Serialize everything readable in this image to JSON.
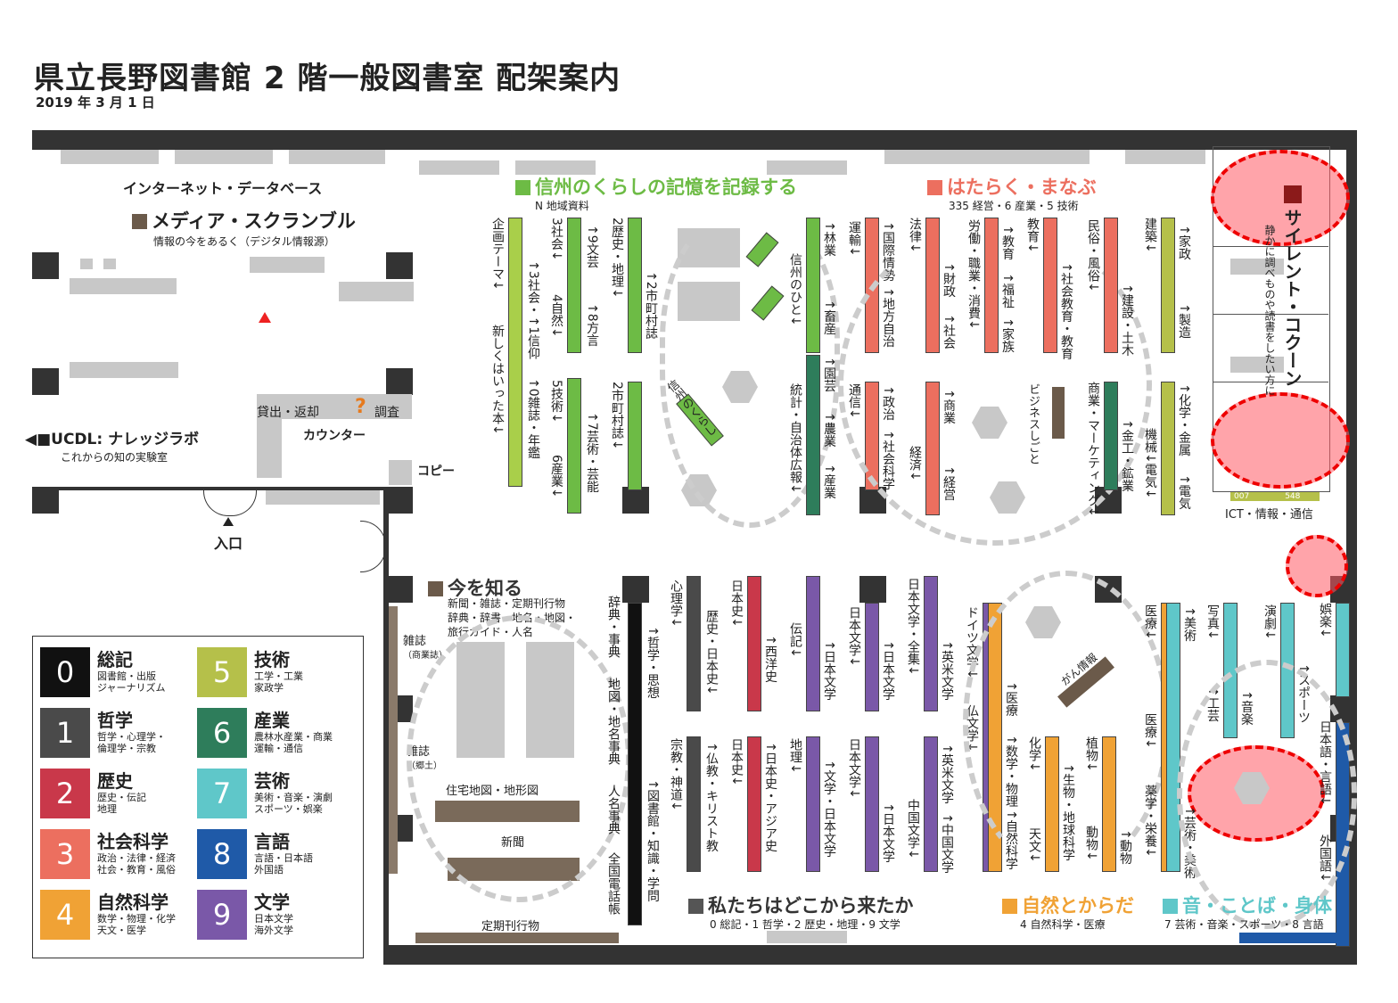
{
  "header": {
    "title": "県立長野図書館 2 階一般図書室 配架案内",
    "date": "2019 年 3 月 1 日"
  },
  "areas": {
    "internet": "インターネット・データベース",
    "media_title": "メディア・スクランブル",
    "media_sub": "情報の今をあるく（デジタル情報源）",
    "lend": "貸出・返却",
    "counter": "カウンター",
    "research": "調査",
    "ucdl_title": "UCDL: ナレッジラボ",
    "ucdl_sub": "これからの知の実験室",
    "copy": "コピー",
    "entrance": "入口",
    "shinshu_title": "信州のくらしの記憶を記録する",
    "shinshu_sub": "N 地域資料",
    "hataraku_title": "はたらく・まなぶ",
    "hataraku_sub": "335 経営・6 産業・5 技術",
    "silent": "サイレント・コクーン",
    "silent_sub": "静かに調べものや読書をしたい方に",
    "ict": "ICT・情報・通信",
    "ict_num1": "007",
    "ict_num2": "548",
    "ima_title": "今を知る",
    "ima_sub1": "新聞・雑誌・定期刊行物",
    "ima_sub2": "辞典・辞書・地名・地図・",
    "ima_sub3": "旅行ガイド・人名",
    "magazine_trade": "雑誌",
    "magazine_trade_sub": "（商業誌）",
    "magazine_local": "雑誌",
    "magazine_local_sub": "（郷土）",
    "housing_map": "住宅地図・地形図",
    "newspaper": "新聞",
    "periodicals": "定期刊行物",
    "watashi_title": "私たちはどこから来たか",
    "watashi_sub": "0 総記・1 哲学・2 歴史・地理・9 文学",
    "shizen_title": "自然とからだ",
    "shizen_sub": "4 自然科学・医療",
    "oto_title": "音・ことば・身体",
    "oto_sub": "7 芸術・音楽・スポーツ・8 言語",
    "shinshu_kurashi": "信州のくらし",
    "business": "ビジネスしごと",
    "gan": "がん情報"
  },
  "shelf_labels": {
    "s1": "企画テーマ↓",
    "s2": "新しくはいった本↓",
    "s3": "↑3社会・↑1信仰",
    "s4": "↑0雑誌・年鑑",
    "s5": "3社会↓",
    "s6": "4自然↓",
    "s7": "5技術↓",
    "s8": "6産業↓",
    "s9": "↑9文芸",
    "s10": "↑8方言",
    "s11": "↑7芸術・芸能",
    "s12": "2歴史・地理↓",
    "s13": "2市町村誌↓",
    "s14": "↑2市町村誌",
    "s15": "信州のひと↓",
    "s16": "統計・自治体広報↓",
    "s17": "↑林業",
    "s18": "↑畜産",
    "s19": "↑園芸",
    "s20": "↑農業",
    "s21": "↑産業",
    "s22": "運輸↓",
    "s23": "通信↓",
    "s24": "↑国際情勢",
    "s25": "↑地方自治",
    "s26": "↑政治",
    "s27": "↑社会科学",
    "s28": "法律↓",
    "s29": "経済↓",
    "s30": "↑財政",
    "s31": "↑社会",
    "s32": "↑商業",
    "s33": "↑経営",
    "s34": "労働・職業・消費↓",
    "s35": "↑教育",
    "s36": "↑福祉",
    "s37": "↑家族",
    "s38": "教育↓",
    "s39": "↑社会教育・教育",
    "s40": "民俗・風俗↓",
    "s41": "商業・マーケティング↓",
    "s42": "↑建設・土木",
    "s43": "↑金工・鉱業",
    "s44": "建築↓",
    "s45": "機械↓電気↓",
    "s46": "↑家政",
    "s47": "↑製造",
    "s48": "↑化学・金属",
    "s49": "↑電気",
    "r1": "辞典・事典",
    "r2": "地図・地名事典",
    "r3": "人名事典",
    "r4": "全国電話帳",
    "r5": "↑哲学・思想",
    "r6": "↑図書館・知識・学問",
    "r7": "心理学↓",
    "r8": "宗教・神道↓",
    "r9": "歴史・日本史↓",
    "r10": "↑仏教・キリスト教",
    "r11": "日本史↓",
    "r12": "↑西洋史",
    "r13": "日本史↓",
    "r14": "↑日本史・アジア史",
    "r15": "伝記↓",
    "r16": "↑日本文学",
    "r17": "地理↓",
    "r18": "↑文学・日本文学",
    "r19": "日本文学↓",
    "r20": "↑日本文学",
    "r21": "日本文学↓",
    "r22": "↑日本文学",
    "r23": "日本文学・全集↓",
    "r24": "↑英米文学",
    "r25": "中国文学↓",
    "r26": "↑中国文学",
    "r27": "↑英米文学",
    "r28": "ドイツ文学↓",
    "r29": "仏文学↓",
    "r30": "↑医療",
    "r31": "↑数学・物理",
    "r32": "↑自然科学",
    "r33": "化学↓",
    "r34": "天文↓",
    "r35": "↑生物・地球科学",
    "r36": "植物↓",
    "r37": "動物↓",
    "r38": "↑動物",
    "r39": "医療↓",
    "r40": "医療↓",
    "r41": "薬学・栄養↓",
    "r42": "↑美術",
    "r43": "↑芸術・美術",
    "r44": "写真↓",
    "r45": "↑工芸",
    "r46": "↑音楽",
    "r47": "演劇↓",
    "r48": "↑スポーツ",
    "r49": "娯楽↓",
    "r50": "日本語・言語↓",
    "r51": "外国語↓"
  },
  "legend": [
    {
      "num": "0",
      "name": "総記",
      "desc1": "図書館・出版",
      "desc2": "ジャーナリズム",
      "color": "#111111"
    },
    {
      "num": "5",
      "name": "技術",
      "desc1": "工学・工業",
      "desc2": "家政学",
      "color": "#b5c04a"
    },
    {
      "num": "1",
      "name": "哲学",
      "desc1": "哲学・心理学・",
      "desc2": "倫理学・宗教",
      "color": "#4a4a4a"
    },
    {
      "num": "6",
      "name": "産業",
      "desc1": "農林水産業・商業",
      "desc2": "運輸・通信",
      "color": "#2e7d5b"
    },
    {
      "num": "2",
      "name": "歴史",
      "desc1": "歴史・伝記",
      "desc2": "地理",
      "color": "#c9384a"
    },
    {
      "num": "7",
      "name": "芸術",
      "desc1": "美術・音楽・演劇",
      "desc2": "スポーツ・娯楽",
      "color": "#5fc7c9"
    },
    {
      "num": "3",
      "name": "社会科学",
      "desc1": "政治・法律・経済",
      "desc2": "社会・教育・風俗",
      "color": "#ec6f5f"
    },
    {
      "num": "8",
      "name": "言語",
      "desc1": "言語・日本語",
      "desc2": "外国語",
      "color": "#1f5aa8"
    },
    {
      "num": "4",
      "name": "自然科学",
      "desc1": "数学・物理・化学",
      "desc2": "天文・医学",
      "color": "#f0a235"
    },
    {
      "num": "9",
      "name": "文学",
      "desc1": "日本文学",
      "desc2": "海外文学",
      "color": "#7a58a8"
    }
  ],
  "colors": {
    "green": "#6dbb45",
    "salmon": "#ec6f5f",
    "brown": "#6b5a4a",
    "gray": "#555555",
    "orange": "#f0a235",
    "teal": "#5fc7c9",
    "red_zone": "#ff0000"
  }
}
